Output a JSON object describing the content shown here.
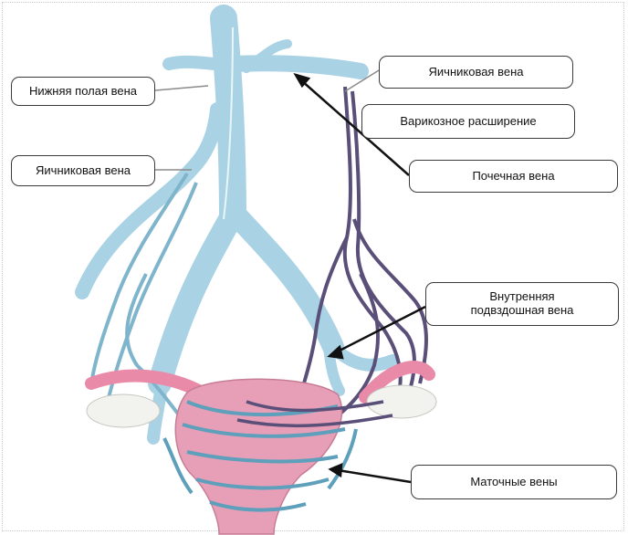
{
  "labels": {
    "ivc": "Нижняя полая вена",
    "ovarian_left": "Яичниковая вена",
    "ovarian_right": "Яичниковая вена",
    "varicose": "Варикозное расширение",
    "renal": "Почечная вена",
    "internal_iliac_line1": "Внутренняя",
    "internal_iliac_line2": "подвздошная вена",
    "uterine": "Маточные вены"
  },
  "colors": {
    "vein": "#a9d3e4",
    "vein_dark": "#7fb5cc",
    "varicose": "#5a4f78",
    "uterus": "#e79fb7",
    "tube": "#e88aa8",
    "ovary": "#f2f2ee",
    "pointer": "#111111",
    "leader": "#8a8a8a"
  }
}
